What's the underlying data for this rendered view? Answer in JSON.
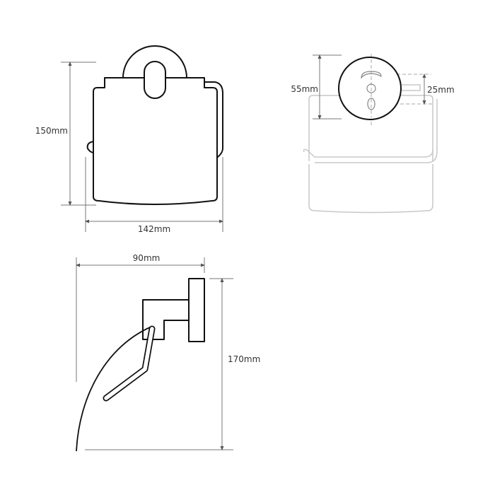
{
  "front_view": {
    "height_label": "150mm",
    "width_label": "142mm"
  },
  "wall_view": {
    "mount_height_label": "55mm",
    "hole_spacing_label": "25mm"
  },
  "side_view": {
    "depth_label": "90mm",
    "total_height_label": "170mm"
  },
  "colors": {
    "outline": "#111111",
    "dimension": "#777777",
    "ghost": "#c8c8c8"
  }
}
